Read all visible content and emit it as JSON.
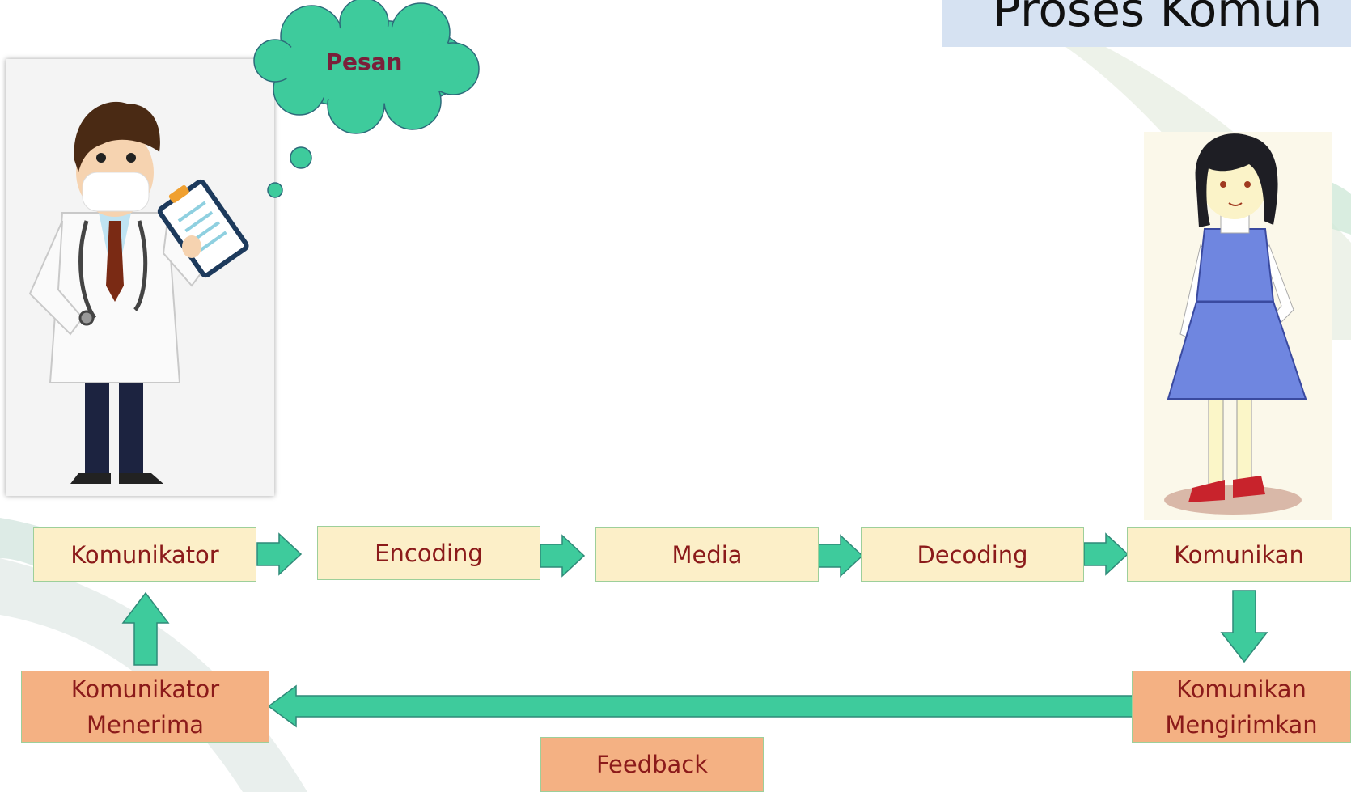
{
  "slide": {
    "title": "Proses Komun",
    "thought_label": "Pesan"
  },
  "flow": {
    "komunikator": "Komunikator",
    "encoding": "Encoding",
    "media": "Media",
    "decoding": "Decoding",
    "komunikan": "Komunikan"
  },
  "feedback": {
    "komunikator_line1": "Komunikator",
    "komunikator_line2": "Menerima",
    "komunikan_line1": "Komunikan",
    "komunikan_line2": "Mengirimkan",
    "label": "Feedback"
  },
  "colors": {
    "arrow": "#3ecb9c",
    "box_cream": "#fcefc8",
    "box_orange": "#f4b183",
    "text": "#8b1a1a",
    "cloud": "#3ecb9c"
  },
  "images": {
    "left": "doctor-illustration",
    "right": "girl-illustration"
  }
}
